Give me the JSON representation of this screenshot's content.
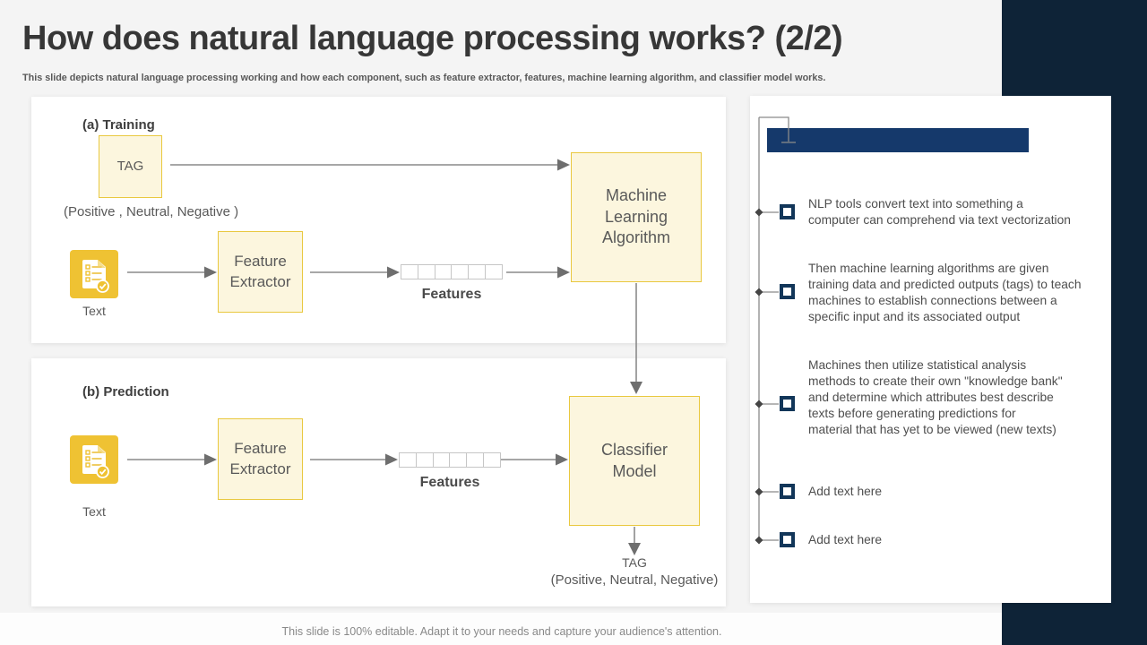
{
  "title": "How does natural language processing works? (2/2)",
  "subtitle": "This slide depicts natural language processing working and how each component, such as feature extractor, features, machine learning algorithm, and classifier model works.",
  "footer": "This slide is 100% editable. Adapt it to your needs and capture your audience's attention.",
  "training": {
    "heading": "(a) Training",
    "tag_box": "TAG",
    "tag_values": "(Positive , Neutral, Negative )",
    "text_label": "Text",
    "feature_extractor": "Feature Extractor",
    "features_label": "Features",
    "feature_cells": 6,
    "ml_algorithm": "Machine Learning Algorithm"
  },
  "prediction": {
    "heading": "(b) Prediction",
    "text_label": "Text",
    "feature_extractor": "Feature Extractor",
    "features_label": "Features",
    "feature_cells": 6,
    "classifier": "Classifier Model",
    "tag_label": "TAG",
    "tag_values": "(Positive, Neutral, Negative)"
  },
  "notes": {
    "items": [
      "NLP tools convert text into something a\ncomputer can comprehend via text vectorization",
      "Then machine learning algorithms are given\ntraining data and predicted outputs (tags) to teach\nmachines to establish connections between a\nspecific input and its associated output",
      "Machines then utilize statistical analysis\nmethods to create their own \"knowledge bank\"\nand determine which attributes best describe\ntexts before generating predictions for\nmaterial that has yet to be viewed (new texts)",
      "Add text here",
      "Add text here"
    ]
  },
  "colors": {
    "accent_gold": "#efc233",
    "box_fill": "#fcf6de",
    "box_border": "#e9c83f",
    "navy_band": "#0e2337",
    "header_bar_blue": "#15396b",
    "marker_blue": "#123659",
    "connector_gray": "#8a8a8a"
  }
}
